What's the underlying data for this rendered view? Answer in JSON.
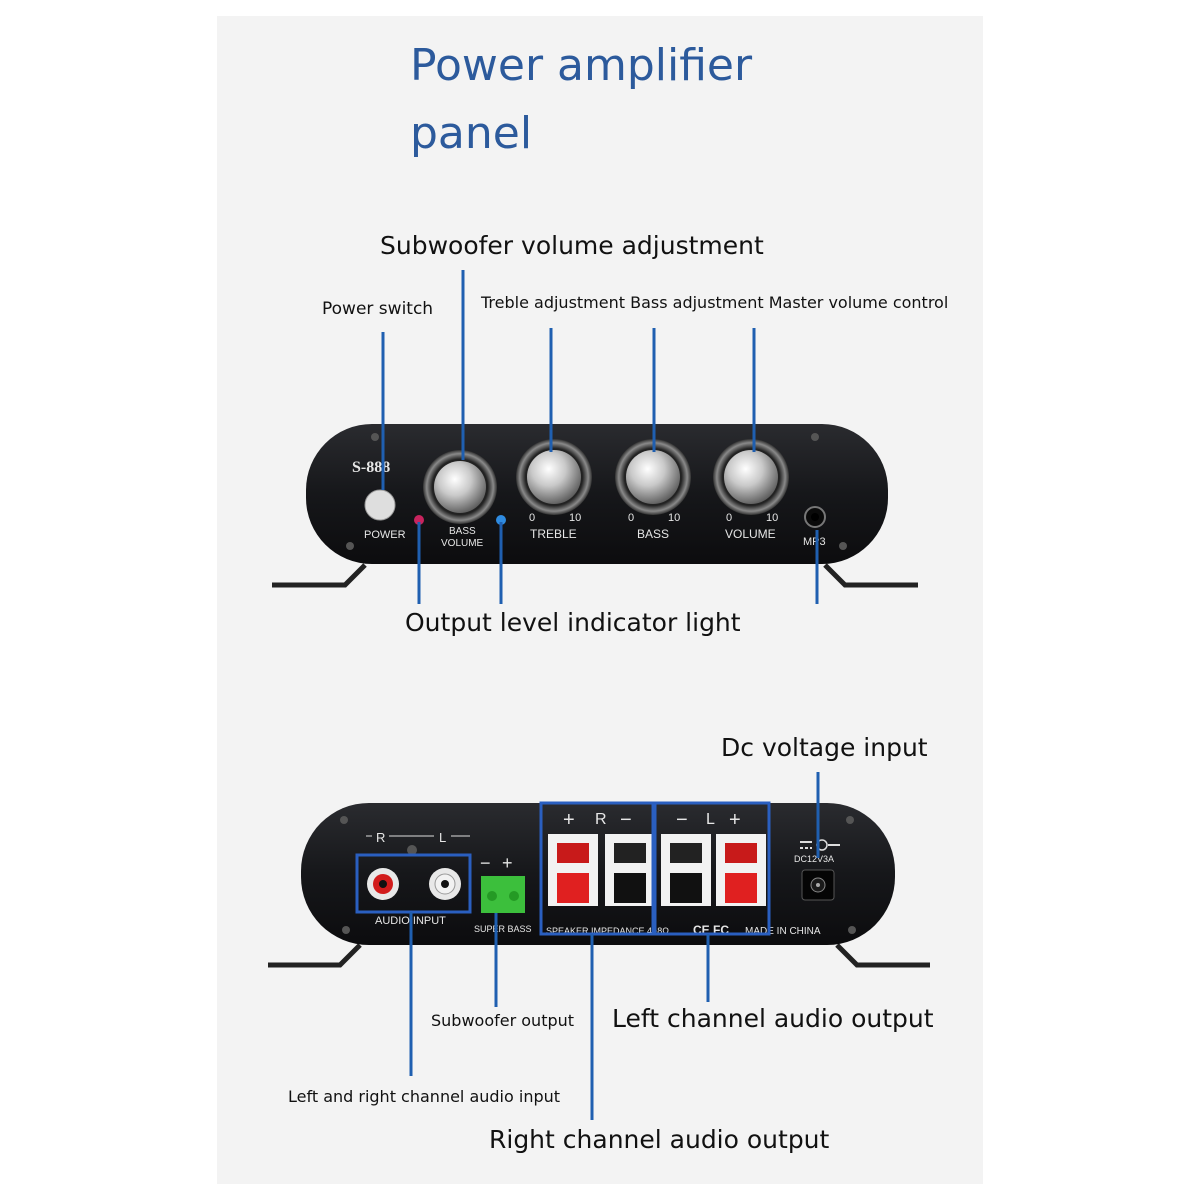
{
  "title": "Power amplifier panel",
  "front_labels": {
    "subwoofer_volume": "Subwoofer volume adjustment",
    "power_switch": "Power switch",
    "treble_bass_master": "Treble adjustment Bass adjustment Master volume control",
    "output_level": "Output level indicator light"
  },
  "rear_labels": {
    "dc_input": "Dc voltage input",
    "subwoofer_output": "Subwoofer output",
    "left_output": "Left channel audio output",
    "lr_input": "Left and right channel audio input",
    "right_output": "Right channel audio output"
  },
  "front_panel": {
    "model": "S-888",
    "power": "POWER",
    "bass_volume_line1": "BASS",
    "bass_volume_line2": "VOLUME",
    "treble": "TREBLE",
    "bass": "BASS",
    "volume": "VOLUME",
    "scale_min": "0",
    "scale_max": "10",
    "mp3": "MP3"
  },
  "rear_panel": {
    "r": "R",
    "l": "L",
    "audio_input": "AUDIO INPUT",
    "super_bass": "SUPER BASS",
    "minus": "−",
    "plus": "+",
    "speaker_r_plus": "+",
    "speaker_r_label": "R",
    "speaker_r_minus": "−",
    "speaker_l_minus": "−",
    "speaker_l_label": "L",
    "speaker_l_plus": "+",
    "speaker_impedance": "SPEAKER IMPEDANCE 4~8Ω",
    "marks": "CE FC",
    "made_in": "MADE IN CHINA",
    "dc_rating": "DC12V3A"
  },
  "colors": {
    "title": "#2c5a9c",
    "pointer": "#1f5fb0",
    "device": "#1a1b1e",
    "highlight_box": "#2a5fc0",
    "led_red": "#c8245e",
    "led_blue": "#2f8be0",
    "terminal_red": "#e02020",
    "terminal_green": "#3cbf3c"
  }
}
